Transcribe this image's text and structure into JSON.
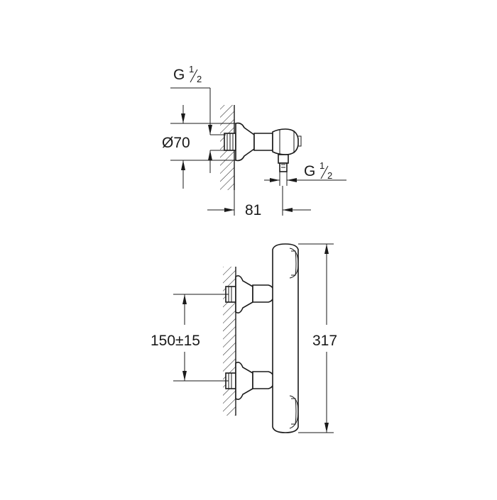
{
  "top_view": {
    "inlet_thread": {
      "letter": "G",
      "numerator": "1",
      "denominator": "2"
    },
    "outlet_thread": {
      "letter": "G",
      "numerator": "1",
      "denominator": "2"
    },
    "flange_diameter": "Ø70",
    "projection": "81"
  },
  "front_view": {
    "inlet_spacing": "150±15",
    "overall_height": "317"
  }
}
